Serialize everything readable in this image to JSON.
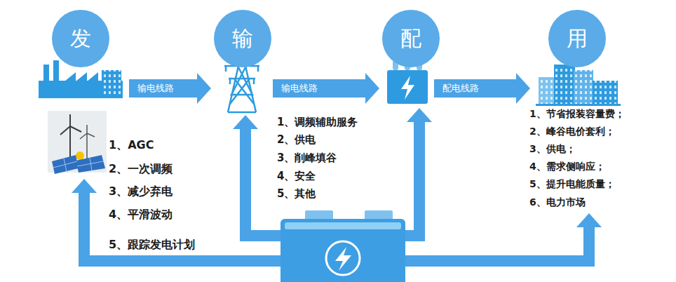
{
  "diagram": {
    "nodes": [
      {
        "text": [
          "发"
        ]
      },
      {
        "text": [
          "输"
        ]
      },
      {
        "text": [
          "配"
        ]
      },
      {
        "text": [
          "用"
        ]
      }
    ],
    "edges": [
      {
        "from": 0,
        "to": 1,
        "label": "输电线路",
        "arrow": "to"
      },
      {
        "from": 1,
        "to": 2,
        "label": "输电线路",
        "arrow": "to"
      },
      {
        "from": 2,
        "to": 3,
        "label": "配电线路",
        "arrow": "to"
      }
    ],
    "labels": [
      "1、AGC",
      "2、一次调频",
      "3、减少弃电",
      "4、平滑波动",
      "5、跟踪发电计划",
      "1、调频辅助服务",
      "2、供电",
      "3、削峰填谷",
      "4、安全",
      "5、其他",
      "1、节省报装容量费；",
      "2、峰谷电价套利；",
      "3、供电；",
      "4、需求侧响应；",
      "5、提升电能质量；",
      "6、电力市场"
    ]
  }
}
